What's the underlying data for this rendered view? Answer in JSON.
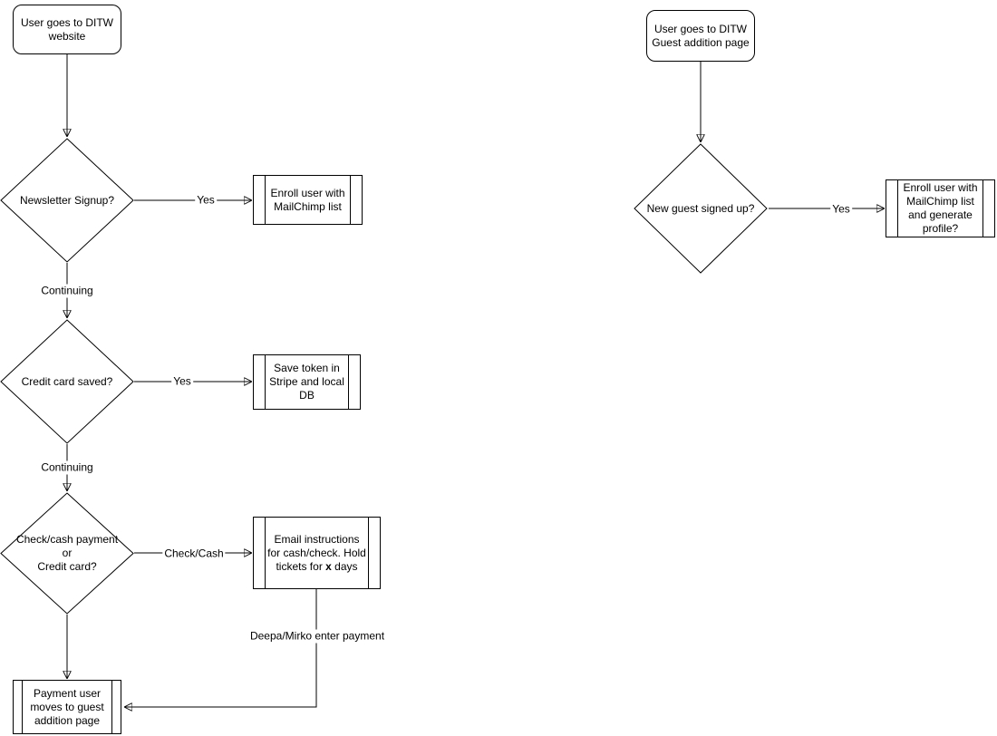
{
  "diagram": {
    "left": {
      "start": "User goes to DITW\nwebsite",
      "decision1": "Newsletter Signup?",
      "edge_yes1": "Yes",
      "process1": "Enroll user with\nMailChimp list",
      "edge_continuing1": "Continuing",
      "decision2": "Credit card saved?",
      "edge_yes2": "Yes",
      "process2": "Save token in\nStripe and local\nDB",
      "edge_continuing2": "Continuing",
      "decision3": "Check/cash payment\nor\nCredit card?",
      "edge_checkcash": "Check/Cash",
      "process3_pre": "Email instructions\nfor cash/check. Hold\ntickets for ",
      "process3_bold": "x",
      "process3_post": " days",
      "edge_deepa": "Deepa/Mirko enter payment",
      "terminal": "Payment user\nmoves to guest\naddition page"
    },
    "right": {
      "start": "User goes to DITW\nGuest addition page",
      "decision1": "New guest signed up?",
      "edge_yes": "Yes",
      "process1": "Enroll user with\nMailChimp list\nand generate\nprofile?"
    },
    "colors": {
      "stroke": "#000000",
      "fill": "#ffffff",
      "text": "#000000"
    }
  }
}
